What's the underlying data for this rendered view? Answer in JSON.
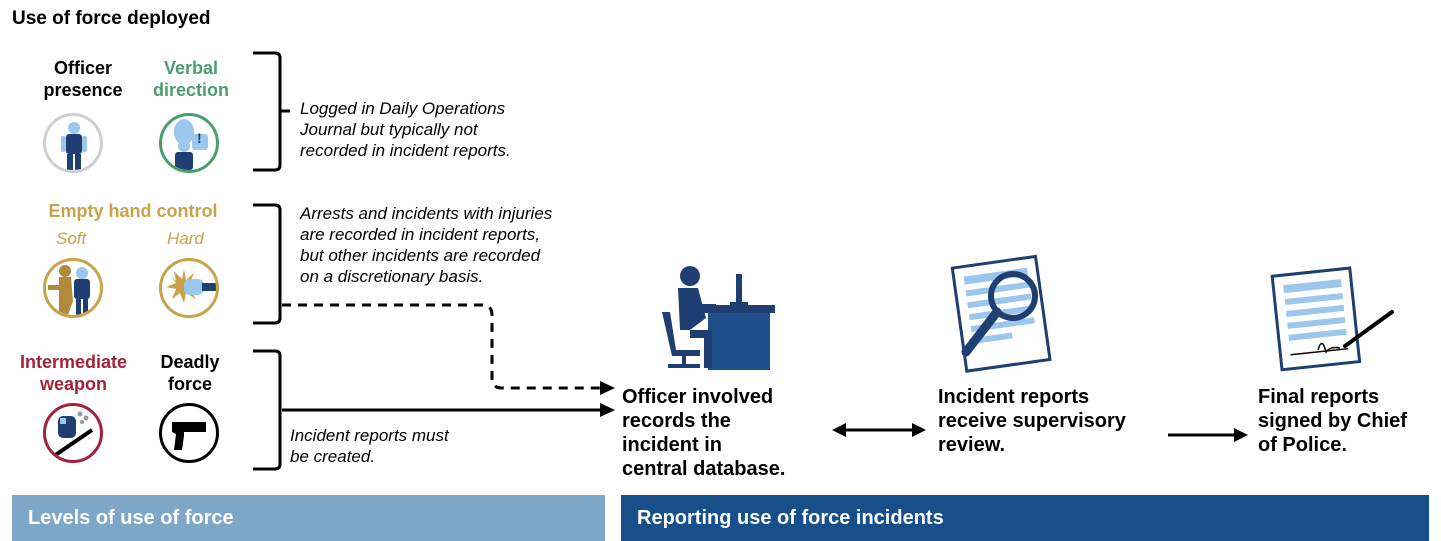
{
  "title": "Use of force deployed",
  "levels": {
    "officer_presence": "Officer\npresence",
    "verbal_direction": "Verbal\ndirection",
    "empty_hand_control": "Empty hand control",
    "soft": "Soft",
    "hard": "Hard",
    "intermediate_weapon": "Intermediate\nweapon",
    "deadly_force": "Deadly\nforce"
  },
  "verbal_icon_glyph": "!",
  "notes": {
    "group1": "Logged in Daily Operations\nJournal but typically not\nrecorded in incident reports.",
    "group2": "Arrests and incidents with injuries\nare recorded in incident reports,\nbut other incidents are recorded\non a discretionary basis.",
    "group3": "Incident reports must\nbe created."
  },
  "steps": {
    "record": "Officer involved\nrecords the\nincident in\ncentral database.",
    "review": "Incident reports\nreceive supervisory\nreview.",
    "sign": "Final reports\nsigned by Chief\nof Police."
  },
  "bars": {
    "left": "Levels of use of force",
    "right": "Reporting use of force incidents"
  },
  "colors": {
    "verbal": "#4a9e6e",
    "empty_hand": "#c9a24a",
    "intermediate": "#a3223b",
    "left_bar": "#7ea6c8",
    "right_bar": "#164f8a",
    "navy": "#1f3f72",
    "light_blue": "#9cc7ec"
  }
}
